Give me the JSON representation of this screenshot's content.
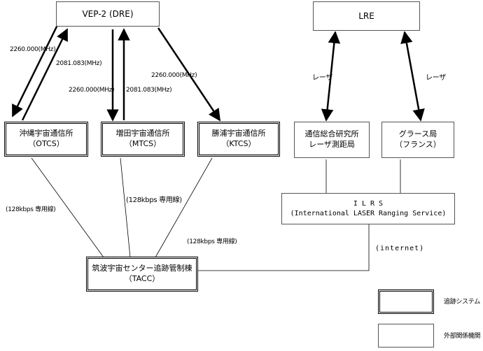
{
  "nodes": {
    "vep2": "VEP-2 (DRE)",
    "lre": "LRE",
    "okinawa": {
      "name": "沖縄宇宙通信所",
      "code": "（OTCS）"
    },
    "masuda": {
      "name": "増田宇宙通信所",
      "code": "（MTCS）"
    },
    "katsuura": {
      "name": "勝浦宇宙通信所",
      "code": "（KTCS）"
    },
    "nict": {
      "line1": "通信総合研究所",
      "line2": "レーザ測距局"
    },
    "grasse": {
      "line1": "グラース局",
      "line2": "（フランス）"
    },
    "ilrs": {
      "line1": "I L R S",
      "line2": "(International LASER Ranging Service)"
    },
    "tacc": {
      "line1": "筑波宇宙センター追跡管制棟",
      "line2": "（TACC）"
    }
  },
  "labels": {
    "okinawa_down": "2260.000(MHz)",
    "okinawa_up": "2081.083(MHz)",
    "masuda_down": "2260.000(MHz)",
    "masuda_up": "2081.083(MHz)",
    "katsuura_down": "2260.000(MHz)",
    "laser_left": "レーザ",
    "laser_right": "レーザ",
    "line_okinawa": "(128kbps 専用線)",
    "line_masuda": "(128kbps 専用線)",
    "line_katsuura": "(128kbps 専用線)",
    "internet": "(internet)"
  },
  "legend": {
    "tracking_system": "追跡システム",
    "external_org": "外部関係機関"
  }
}
